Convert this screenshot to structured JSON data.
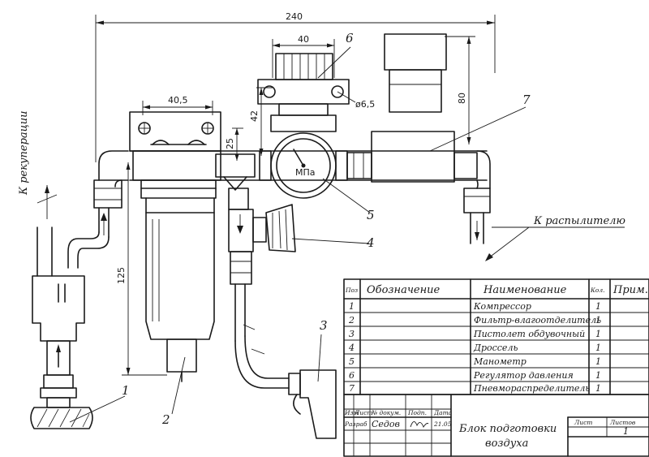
{
  "dimensions": {
    "overall_width": "240",
    "regulator_width": "40",
    "filter_width": "40,5",
    "regulator_height": "42",
    "connection_height": "25",
    "filter_height": "125",
    "valve_height": "80",
    "hole": "ø6,5"
  },
  "callouts": [
    "1",
    "2",
    "3",
    "4",
    "5",
    "6",
    "7"
  ],
  "gauge_label": "МПа",
  "flow_labels": {
    "left": "К рекуперации",
    "right": "К распылителю"
  },
  "parts_table": {
    "headers": [
      "Поз",
      "Обозначение",
      "Наименование",
      "Кол.",
      "Прим."
    ],
    "rows": [
      {
        "pos": "1",
        "name": "Компрессор",
        "qty": "1"
      },
      {
        "pos": "2",
        "name": "Фильтр-влагоотделитель",
        "qty": "1"
      },
      {
        "pos": "3",
        "name": "Пистолет обдувочный",
        "qty": "1"
      },
      {
        "pos": "4",
        "name": "Дроссель",
        "qty": "1"
      },
      {
        "pos": "5",
        "name": "Манометр",
        "qty": "1"
      },
      {
        "pos": "6",
        "name": "Регулятор давления",
        "qty": "1"
      },
      {
        "pos": "7",
        "name": "Пневмораспределитель",
        "qty": "1"
      }
    ]
  },
  "title_block": {
    "headers": [
      "Изм",
      "Лист",
      "№ докум.",
      "Подп.",
      "Дата"
    ],
    "dev_label": "Разраб",
    "dev_name": "Седов",
    "date": "21.05",
    "title_line1": "Блок подготовки",
    "title_line2": "воздуха",
    "sheet_label": "Лист",
    "sheets_label": "Листов",
    "sheets_value": "1"
  }
}
